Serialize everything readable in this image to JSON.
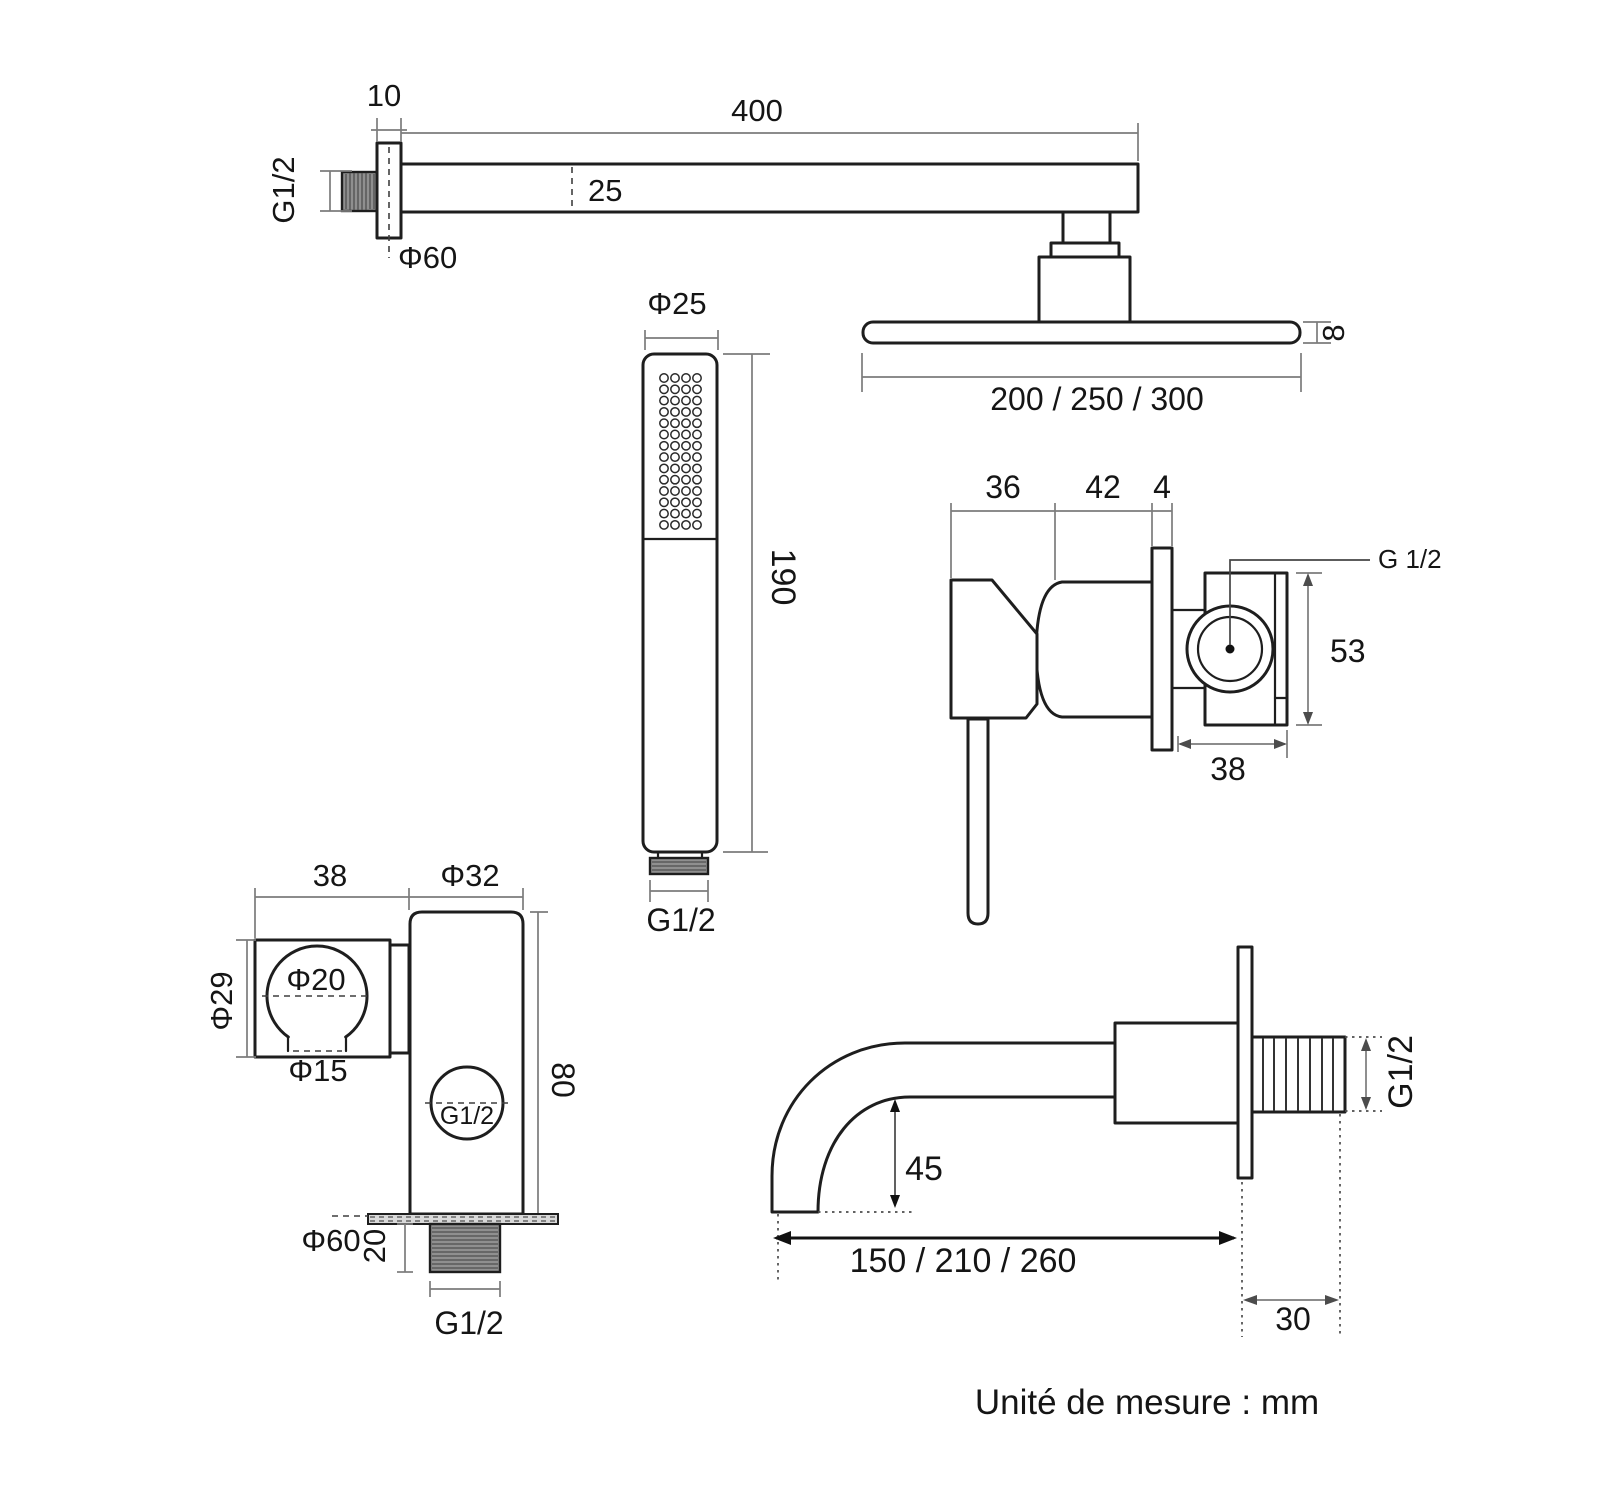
{
  "footer": {
    "unit_note": "Unité de mesure : mm"
  },
  "shower_arm": {
    "flange_thickness": "10",
    "length": "400",
    "profile_width": "25",
    "inlet_thread": "G1/2",
    "flange_diameter": "Φ60"
  },
  "shower_head": {
    "thickness": "8",
    "diameters": "200 / 250 / 300"
  },
  "hand_shower": {
    "diameter": "Φ25",
    "length": "190",
    "thread": "G1/2"
  },
  "mixer_valve": {
    "handle_depth": "36",
    "body_depth": "42",
    "plate_thickness": "4",
    "thread": "G 1/2",
    "height": "53",
    "width": "38"
  },
  "wall_outlet": {
    "holder_width": "38",
    "body_diameter": "Φ32",
    "holder_height": "Φ29",
    "ring_inner_diameter": "Φ20",
    "ring_gap": "Φ15",
    "inner_thread": "G1/2",
    "body_height": "80",
    "flange_diameter": "Φ60",
    "thread_length": "20",
    "outlet_thread": "G1/2"
  },
  "spout": {
    "drop_height": "45",
    "reach": "150 / 210 / 260",
    "thread_length": "30",
    "thread": "G1/2"
  }
}
